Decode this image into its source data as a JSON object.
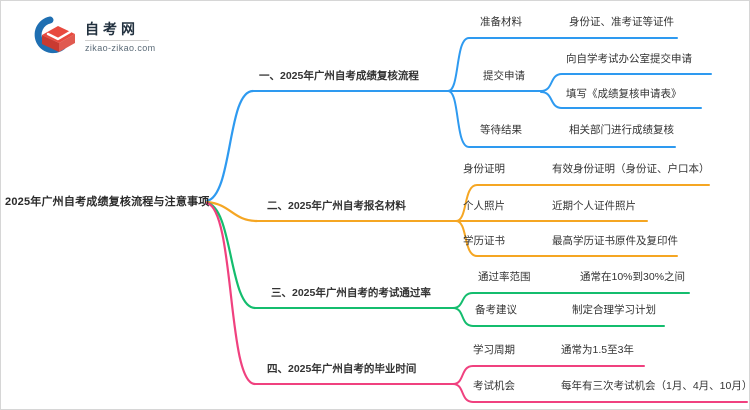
{
  "logo": {
    "name": "自考网",
    "domain": "zikao-zikao.com",
    "icon": "graduation-cap-icon"
  },
  "root": {
    "label": "2025年广州自考成绩复核流程与注意事项"
  },
  "colors": {
    "branch1": "#2e9af0",
    "branch2": "#f5a623",
    "branch3": "#14bd6e",
    "branch4": "#f0417f",
    "text": "#333333",
    "logo-red": "#e84a3f",
    "logo-blue": "#1f6fb2"
  },
  "branches": [
    {
      "label": "一、2025年广州自考成绩复核流程",
      "children": [
        {
          "label": "准备材料",
          "leaves": [
            "身份证、准考证等证件"
          ]
        },
        {
          "label": "提交申请",
          "leaves": [
            "向自学考试办公室提交申请",
            "填写《成绩复核申请表》"
          ]
        },
        {
          "label": "等待结果",
          "leaves": [
            "相关部门进行成绩复核"
          ]
        }
      ]
    },
    {
      "label": "二、2025年广州自考报名材料",
      "children": [
        {
          "label": "身份证明",
          "leaves": [
            "有效身份证明（身份证、户口本）"
          ]
        },
        {
          "label": "个人照片",
          "leaves": [
            "近期个人证件照片"
          ]
        },
        {
          "label": "学历证书",
          "leaves": [
            "最高学历证书原件及复印件"
          ]
        }
      ]
    },
    {
      "label": "三、2025年广州自考的考试通过率",
      "children": [
        {
          "label": "通过率范围",
          "leaves": [
            "通常在10%到30%之间"
          ]
        },
        {
          "label": "备考建议",
          "leaves": [
            "制定合理学习计划"
          ]
        }
      ]
    },
    {
      "label": "四、2025年广州自考的毕业时间",
      "children": [
        {
          "label": "学习周期",
          "leaves": [
            "通常为1.5至3年"
          ]
        },
        {
          "label": "考试机会",
          "leaves": [
            "每年有三次考试机会（1月、4月、10月）"
          ]
        }
      ]
    }
  ]
}
